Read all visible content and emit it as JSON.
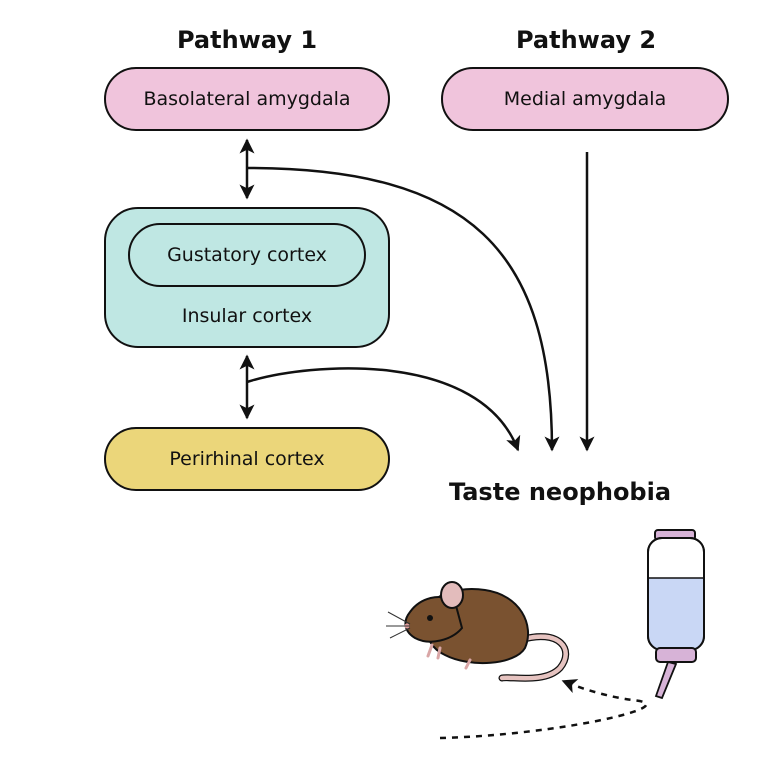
{
  "headings": {
    "pathway1": "Pathway 1",
    "pathway2": "Pathway 2"
  },
  "nodes": {
    "basolateral": "Basolateral amygdala",
    "medial": "Medial amygdala",
    "gustatory": "Gustatory cortex",
    "insular": "Insular cortex",
    "perirhinal": "Perirhinal cortex"
  },
  "outcome": "Taste neophobia",
  "colors": {
    "amygdala": "#f0c4dc",
    "insular": "#bfe7e3",
    "perirhinal": "#ebd67a",
    "mouse_body": "#7a5230",
    "bottle_water": "#c9d7f5",
    "bottle_cap": "#d7b3d7"
  }
}
